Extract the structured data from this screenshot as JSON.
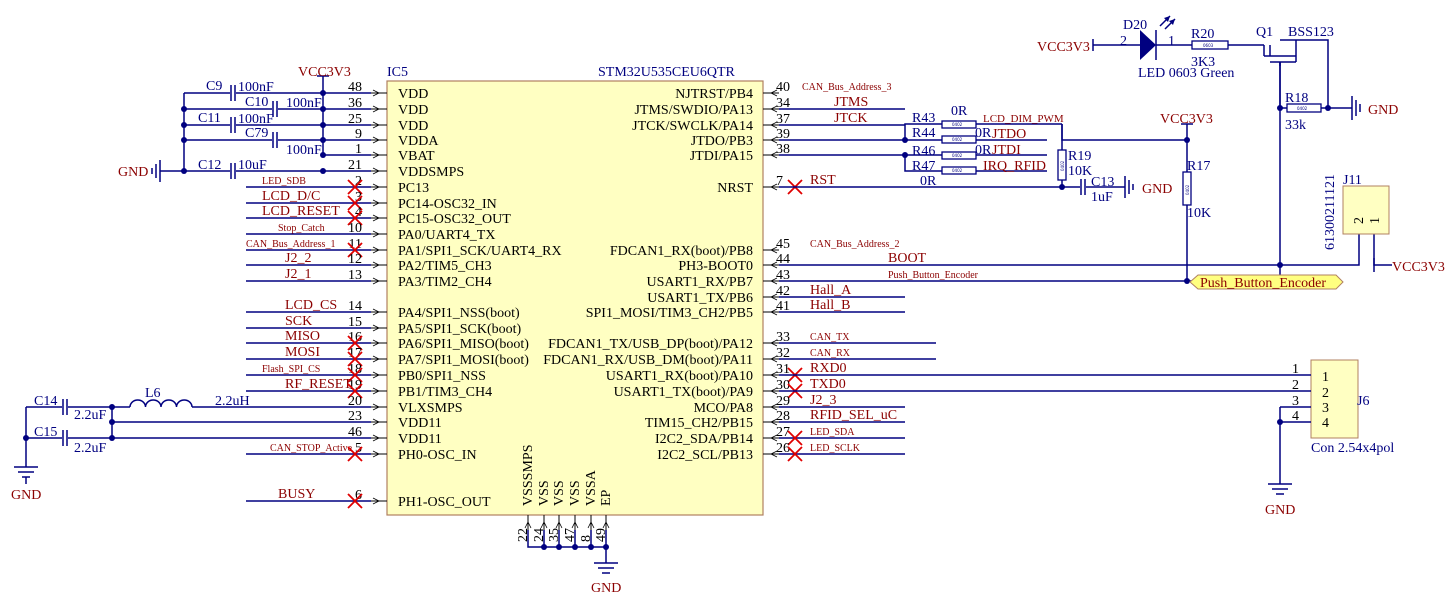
{
  "ic": {
    "ref": "IC5",
    "part": "STM32U535CEU6QTR",
    "left_pins": [
      {
        "num": "48",
        "name": "VDD",
        "net": ""
      },
      {
        "num": "36",
        "name": "VDD",
        "net": ""
      },
      {
        "num": "25",
        "name": "VDD",
        "net": ""
      },
      {
        "num": "9",
        "name": "VDDA",
        "net": ""
      },
      {
        "num": "1",
        "name": "VBAT",
        "net": ""
      },
      {
        "num": "21",
        "name": "VDDSMPS",
        "net": ""
      },
      {
        "num": "2",
        "name": "PC13",
        "net": "LED_SDB"
      },
      {
        "num": "3",
        "name": "PC14-OSC32_IN",
        "net": "LCD_D/C"
      },
      {
        "num": "4",
        "name": "PC15-OSC32_OUT",
        "net": "LCD_RESET"
      },
      {
        "num": "10",
        "name": "PA0/UART4_TX",
        "net": "Stop_Catch"
      },
      {
        "num": "11",
        "name": "PA1/SPI1_SCK/UART4_RX",
        "net": "CAN_Bus_Address_1"
      },
      {
        "num": "12",
        "name": "PA2/TIM5_CH3",
        "net": "J2_2"
      },
      {
        "num": "13",
        "name": "PA3/TIM2_CH4",
        "net": "J2_1"
      },
      {
        "num": "14",
        "name": "PA4/SPI1_NSS(boot)",
        "net": "LCD_CS"
      },
      {
        "num": "15",
        "name": "PA5/SPI1_SCK(boot)",
        "net": "SCK"
      },
      {
        "num": "16",
        "name": "PA6/SPI1_MISO(boot)",
        "net": "MISO"
      },
      {
        "num": "17",
        "name": "PA7/SPI1_MOSI(boot)",
        "net": "MOSI"
      },
      {
        "num": "18",
        "name": "PB0/SPI1_NSS",
        "net": "Flash_SPI_CS"
      },
      {
        "num": "19",
        "name": "PB1/TIM3_CH4",
        "net": "RF_RESET"
      },
      {
        "num": "20",
        "name": "VLXSMPS",
        "net": ""
      },
      {
        "num": "23",
        "name": "VDD11",
        "net": ""
      },
      {
        "num": "46",
        "name": "VDD11",
        "net": ""
      },
      {
        "num": "5",
        "name": "PH0-OSC_IN",
        "net": "CAN_STOP_Active"
      },
      {
        "num": "6",
        "name": "PH1-OSC_OUT",
        "net": "BUSY"
      }
    ],
    "right_pins": [
      {
        "num": "40",
        "name": "NJTRST/PB4",
        "net": "CAN_Bus_Address_3"
      },
      {
        "num": "34",
        "name": "JTMS/SWDIO/PA13",
        "net": "JTMS"
      },
      {
        "num": "37",
        "name": "JTCK/SWCLK/PA14",
        "net": "JTCK"
      },
      {
        "num": "39",
        "name": "JTDO/PB3",
        "net": ""
      },
      {
        "num": "38",
        "name": "JTDI/PA15",
        "net": ""
      },
      {
        "num": "7",
        "name": "NRST",
        "net": "RST"
      },
      {
        "num": "45",
        "name": "FDCAN1_RX(boot)/PB8",
        "net": "CAN_Bus_Address_2"
      },
      {
        "num": "44",
        "name": "PH3-BOOT0",
        "net": "BOOT"
      },
      {
        "num": "43",
        "name": "USART1_RX/PB7",
        "net": "Push_Button_Encoder"
      },
      {
        "num": "42",
        "name": "USART1_TX/PB6",
        "net": "Hall_A"
      },
      {
        "num": "41",
        "name": "SPI1_MOSI/TIM3_CH2/PB5",
        "net": "Hall_B"
      },
      {
        "num": "33",
        "name": "FDCAN1_TX/USB_DP(boot)/PA12",
        "net": "CAN_TX"
      },
      {
        "num": "32",
        "name": "FDCAN1_RX/USB_DM(boot)/PA11",
        "net": "CAN_RX"
      },
      {
        "num": "31",
        "name": "USART1_RX(boot)/PA10",
        "net": "RXD0"
      },
      {
        "num": "30",
        "name": "USART1_TX(boot)/PA9",
        "net": "TXD0"
      },
      {
        "num": "29",
        "name": "MCO/PA8",
        "net": "J2_3"
      },
      {
        "num": "28",
        "name": "TIM15_CH2/PB15",
        "net": "RFID_SEL_uC"
      },
      {
        "num": "27",
        "name": "I2C2_SDA/PB14",
        "net": "LED_SDA"
      },
      {
        "num": "26",
        "name": "I2C2_SCL/PB13",
        "net": "LED_SCLK"
      }
    ],
    "bottom_pins": [
      {
        "num": "22",
        "name": "VSSSMPS"
      },
      {
        "num": "24",
        "name": "VSS"
      },
      {
        "num": "35",
        "name": "VSS"
      },
      {
        "num": "47",
        "name": "VSS"
      },
      {
        "num": "8",
        "name": "VSSA"
      },
      {
        "num": "49",
        "name": "EP"
      }
    ]
  },
  "power": {
    "vcc": "VCC3V3",
    "gnd": "GND"
  },
  "decoupling": [
    {
      "ref": "C9",
      "value": "100nF"
    },
    {
      "ref": "C10",
      "value": "100nF"
    },
    {
      "ref": "C11",
      "value": "100nF"
    },
    {
      "ref": "C79",
      "value": "100nF"
    },
    {
      "ref": "C12",
      "value": "10uF"
    }
  ],
  "smps": {
    "c14": {
      "ref": "C14",
      "value": "2.2uF"
    },
    "c15": {
      "ref": "C15",
      "value": "2.2uF"
    },
    "l6": {
      "ref": "L6",
      "value": "2.2uH"
    }
  },
  "jtag_resistors": [
    {
      "ref": "R43",
      "value": "0R",
      "net": "LCD_DIM_PWM",
      "body": "0402"
    },
    {
      "ref": "R44",
      "value": "0R",
      "net": "JTDO",
      "body": "0402"
    },
    {
      "ref": "R46",
      "value": "0R",
      "net": "JTDI",
      "body": "0402"
    },
    {
      "ref": "R47",
      "value": "0R",
      "net": "IRQ_RFID",
      "body": "0402"
    }
  ],
  "reset": {
    "r19": {
      "ref": "R19",
      "value": "10K",
      "body": "0402"
    },
    "c13": {
      "ref": "C13",
      "value": "1uF"
    }
  },
  "boot": {
    "r17": {
      "ref": "R17",
      "value": "10K",
      "body": "0402"
    }
  },
  "led": {
    "d20": {
      "ref": "D20",
      "value": "LED 0603 Green",
      "pin_a": "2",
      "pin_k": "1"
    },
    "r20": {
      "ref": "R20",
      "value": "3K3",
      "body": "0603"
    },
    "q1": {
      "ref": "Q1",
      "value": "BSS123"
    },
    "r18": {
      "ref": "R18",
      "value": "33k",
      "body": "0402"
    }
  },
  "j11": {
    "ref": "J11",
    "part": "61300211121",
    "pins": [
      "2",
      "1"
    ]
  },
  "j6": {
    "ref": "J6",
    "value": "Con 2.54x4pol",
    "pins": [
      "1",
      "2",
      "3",
      "4"
    ]
  },
  "hier_label": "Push_Button_Encoder"
}
